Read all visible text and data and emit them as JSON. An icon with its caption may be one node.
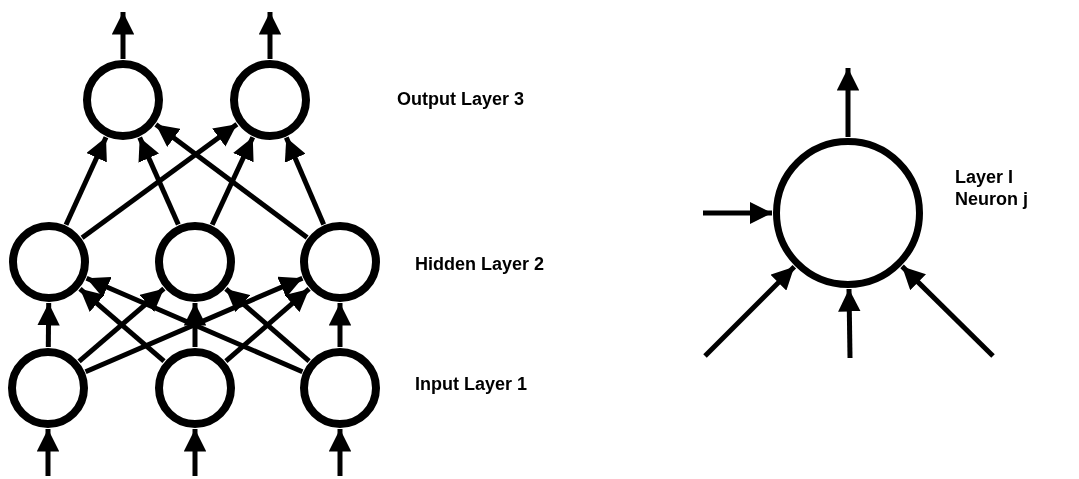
{
  "diagram": {
    "nodes": [
      {
        "text": [],
        "shape": "circle"
      },
      {
        "text": [],
        "shape": "circle"
      },
      {
        "text": [],
        "shape": "circle"
      },
      {
        "text": [],
        "shape": "circle"
      },
      {
        "text": [],
        "shape": "circle"
      },
      {
        "text": [],
        "shape": "circle"
      },
      {
        "text": [],
        "shape": "circle"
      },
      {
        "text": [],
        "shape": "circle"
      },
      {
        "text": [],
        "shape": "circle",
        "beside": [
          "Layer I Neuron j"
        ]
      }
    ],
    "edges": [
      {
        "from": 0,
        "to": null,
        "arrow": "to"
      },
      {
        "from": 1,
        "to": null,
        "arrow": "to"
      },
      {
        "from": 2,
        "to": 0,
        "arrow": "to"
      },
      {
        "from": 2,
        "to": 1,
        "arrow": "to"
      },
      {
        "from": 3,
        "to": 0,
        "arrow": "to"
      },
      {
        "from": 3,
        "to": 1,
        "arrow": "to"
      },
      {
        "from": 4,
        "to": 0,
        "arrow": "to"
      },
      {
        "from": 4,
        "to": 1,
        "arrow": "to"
      },
      {
        "from": 5,
        "to": 2,
        "arrow": "to"
      },
      {
        "from": 5,
        "to": 3,
        "arrow": "to"
      },
      {
        "from": 5,
        "to": 4,
        "arrow": "to"
      },
      {
        "from": 6,
        "to": 2,
        "arrow": "to"
      },
      {
        "from": 6,
        "to": 3,
        "arrow": "to"
      },
      {
        "from": 6,
        "to": 4,
        "arrow": "to"
      },
      {
        "from": 7,
        "to": 2,
        "arrow": "to"
      },
      {
        "from": 7,
        "to": 3,
        "arrow": "to"
      },
      {
        "from": 7,
        "to": 4,
        "arrow": "to"
      },
      {
        "from": null,
        "to": 5,
        "arrow": "to"
      },
      {
        "from": null,
        "to": 6,
        "arrow": "to"
      },
      {
        "from": null,
        "to": 7,
        "arrow": "to"
      },
      {
        "from": 8,
        "to": null,
        "arrow": "to"
      },
      {
        "from": null,
        "to": 8,
        "arrow": "to"
      },
      {
        "from": null,
        "to": 8,
        "arrow": "to"
      },
      {
        "from": null,
        "to": 8,
        "arrow": "to"
      },
      {
        "from": null,
        "to": 8,
        "arrow": "to"
      }
    ],
    "labels": [
      "Output Layer 3",
      "Hidden Layer 2",
      "Input Layer 1"
    ]
  }
}
